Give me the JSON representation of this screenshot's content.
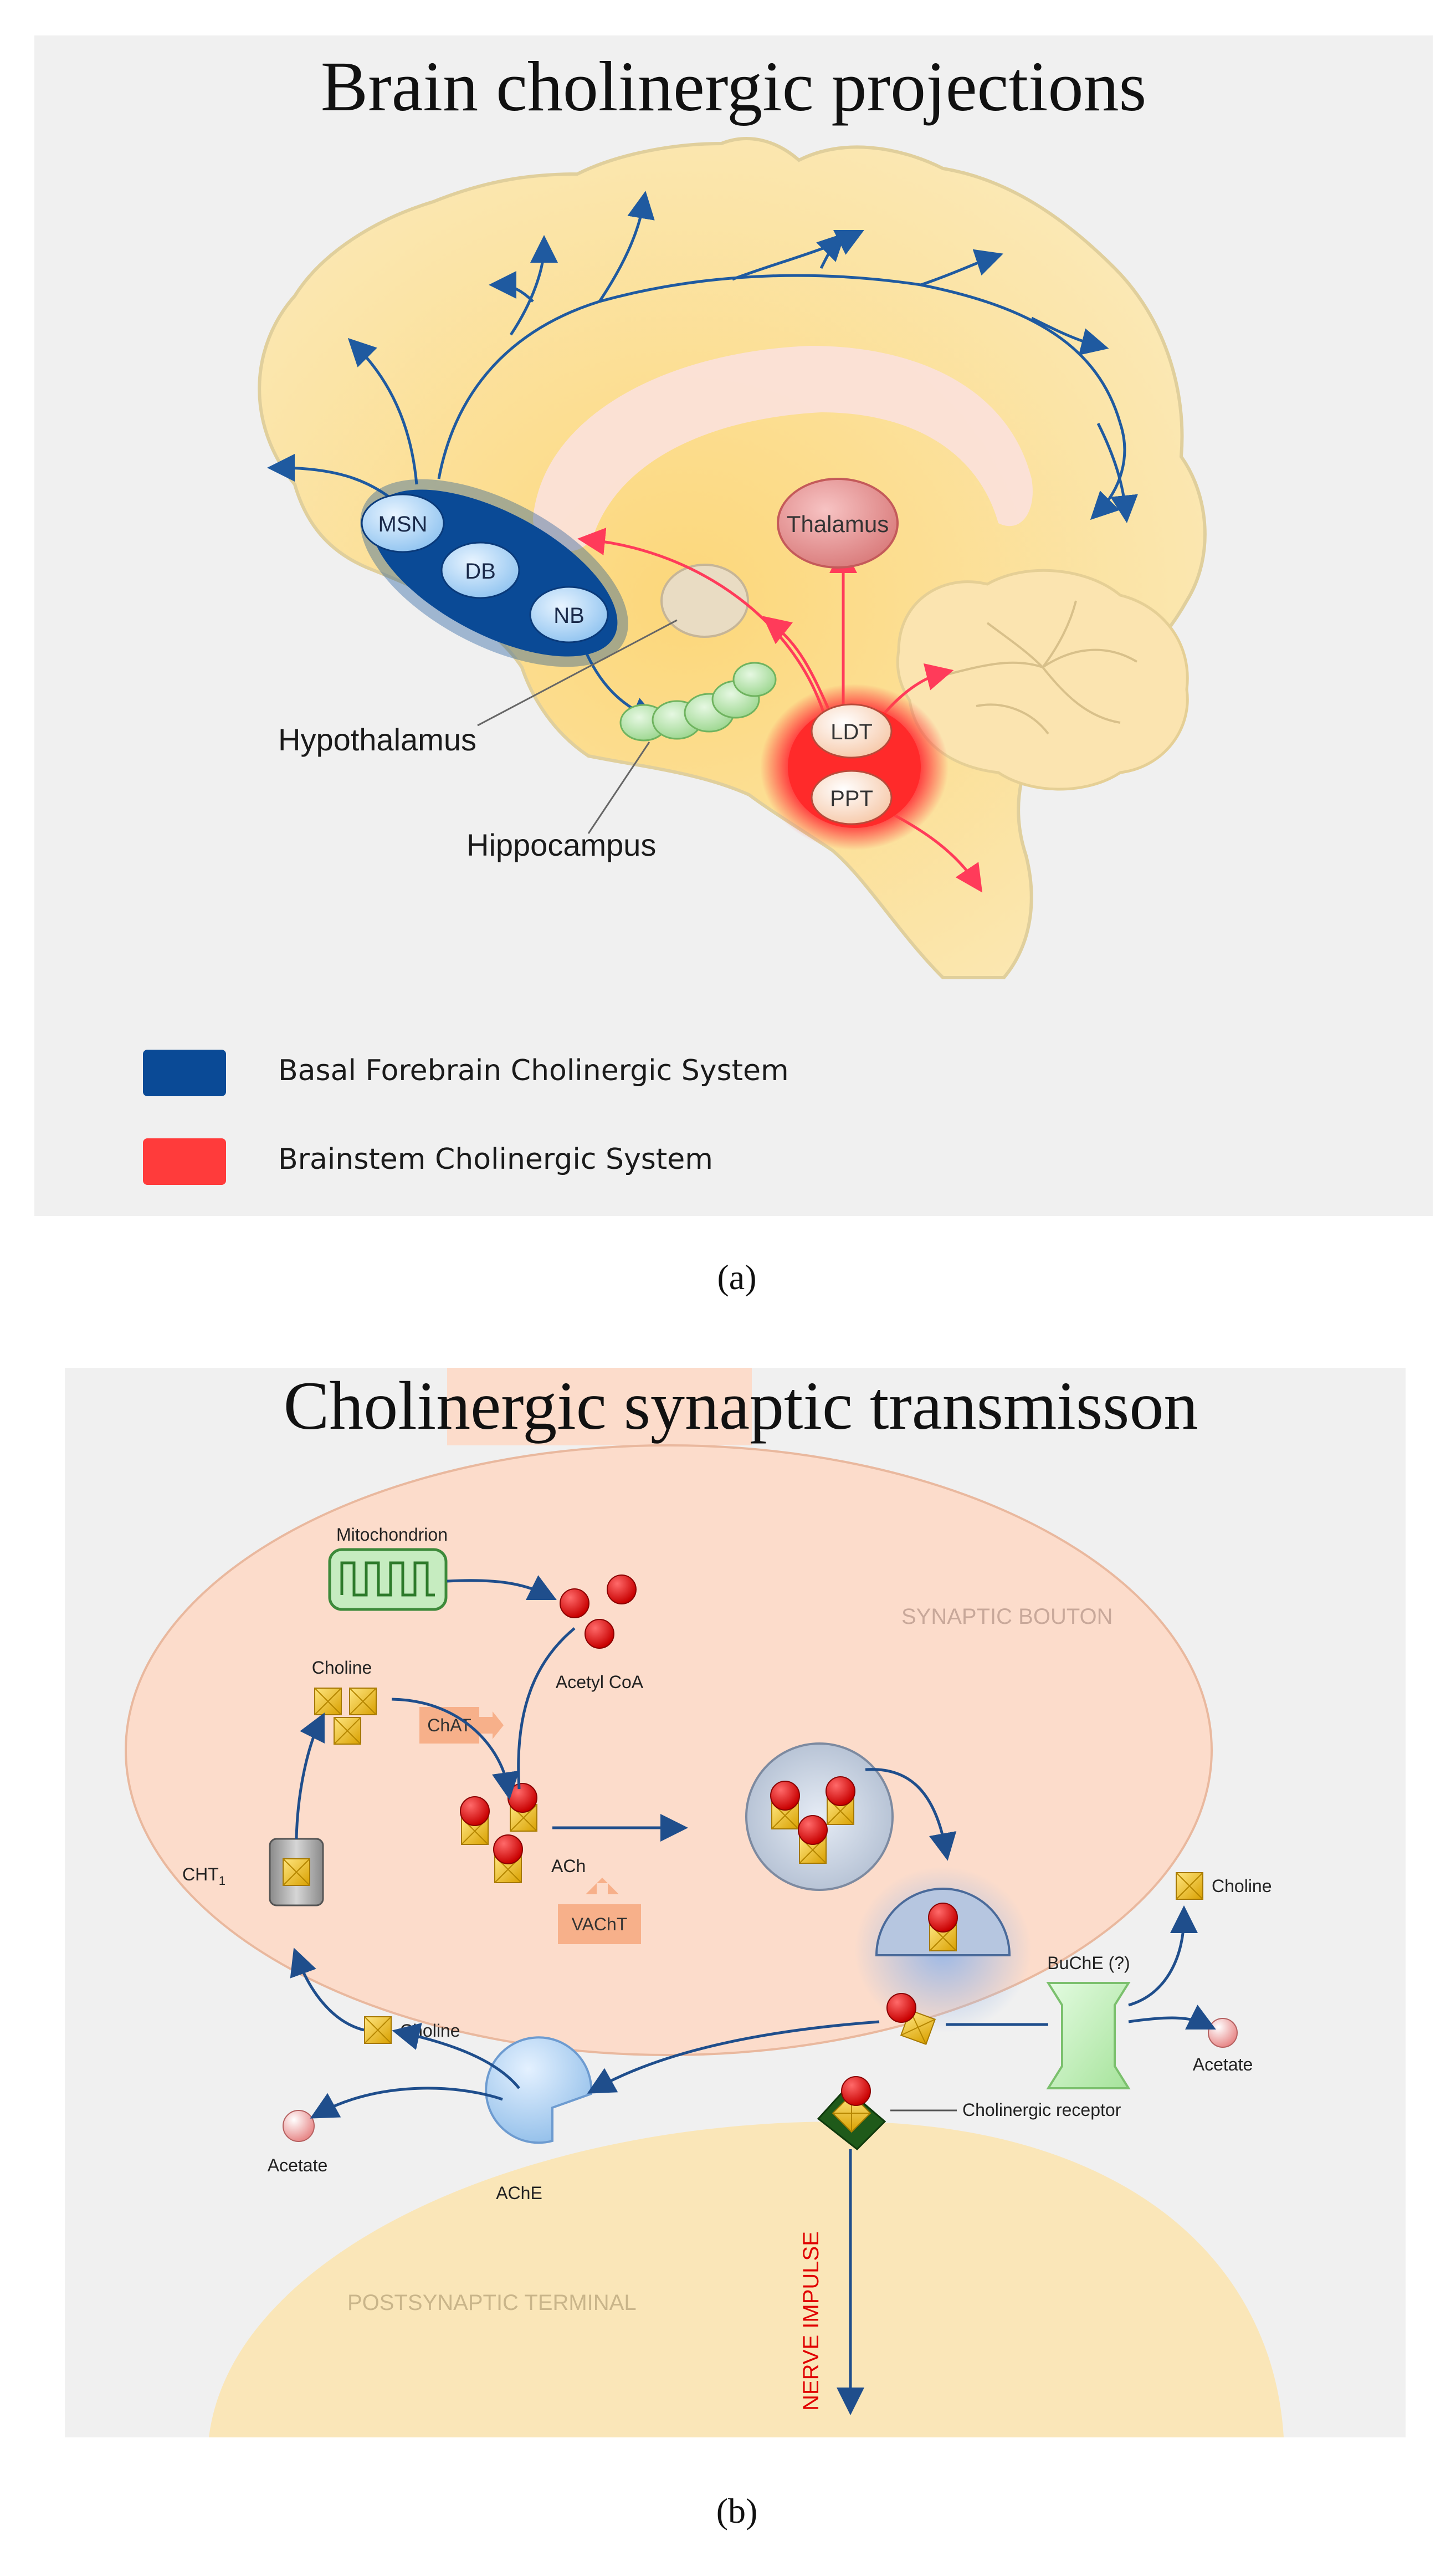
{
  "panel_a": {
    "title": "Brain cholinergic projections",
    "nuclei": {
      "msn": "MSN",
      "db": "DB",
      "nb": "NB",
      "thalamus": "Thalamus",
      "ldt": "LDT",
      "ppt": "PPT"
    },
    "labels": {
      "hypothalamus": "Hypothalamus",
      "hippocampus": "Hippocampus"
    },
    "legend": [
      {
        "label": "Basal Forebrain Cholinergic System",
        "color": "#0a4a96"
      },
      {
        "label": "Brainstem Cholinergic System",
        "color": "#ff3b3b"
      }
    ],
    "caption": "(a)"
  },
  "panel_b": {
    "title": "Cholinergic synaptic transmisson",
    "labels": {
      "mitochondrion": "Mitochondrion",
      "synaptic_bouton": "SYNAPTIC BOUTON",
      "choline_top": "Choline",
      "acetyl_coa": "Acetyl CoA",
      "chat": "ChAT",
      "ach": "ACh",
      "vacht": "VAChT",
      "cht1": "CHT",
      "cht1_sub": "1",
      "choline_mid": "Choline",
      "acetate_left": "Acetate",
      "ache": "AChE",
      "buche": "BuChE (?)",
      "choline_right": "Choline",
      "acetate_right": "Acetate",
      "cholinergic_receptor": "Cholinergic  receptor",
      "postsynaptic_terminal": "POSTSYNAPTIC TERMINAL",
      "nerve_impulse": "NERVE IMPULSE"
    },
    "caption": "(b)"
  },
  "colors": {
    "basal_forebrain": "#0a4a96",
    "brainstem": "#ff3b3b",
    "brain_fill": "#fbe8b4",
    "bouton_fill": "#fcdccb",
    "terminal_fill": "#fae6b8",
    "arrow_blue": "#1f4e8c",
    "ach_red": "#e00000",
    "choline_yellow": "#f2c200"
  }
}
